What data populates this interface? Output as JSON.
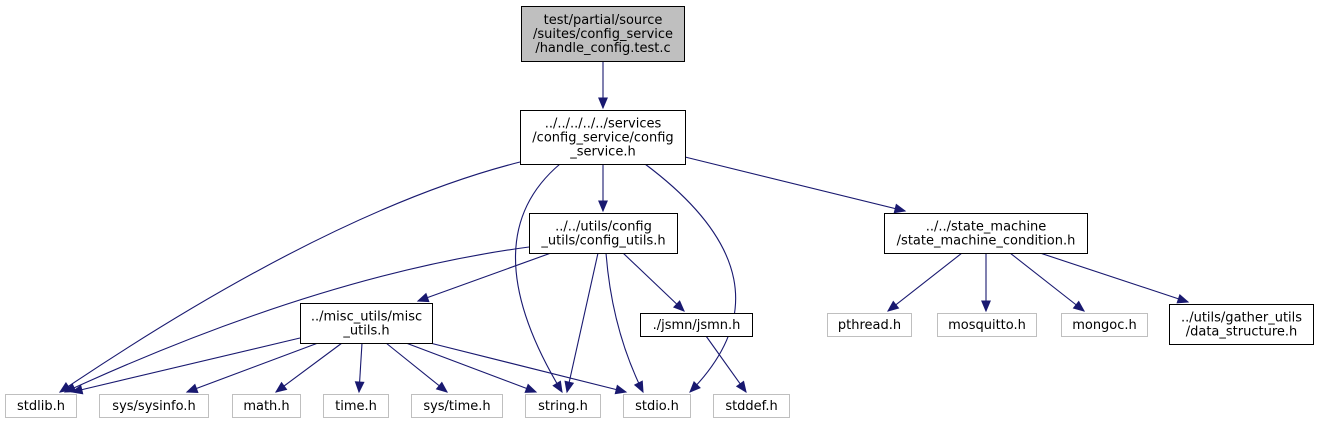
{
  "graph": {
    "nodes": [
      {
        "id": "root",
        "lines": [
          "test/partial/source",
          "/suites/config_service",
          "/handle_config.test.c"
        ],
        "style": "root"
      },
      {
        "id": "config_service_h",
        "lines": [
          "../../../../../services",
          "/config_service/config",
          "_service.h"
        ],
        "style": "black"
      },
      {
        "id": "config_utils_h",
        "lines": [
          "../../utils/config",
          "_utils/config_utils.h"
        ],
        "style": "black"
      },
      {
        "id": "state_machine_condition_h",
        "lines": [
          "../../state_machine",
          "/state_machine_condition.h"
        ],
        "style": "black"
      },
      {
        "id": "misc_utils_h",
        "lines": [
          "../misc_utils/misc",
          "_utils.h"
        ],
        "style": "black"
      },
      {
        "id": "jsmn_h",
        "lines": [
          "./jsmn/jsmn.h"
        ],
        "style": "black"
      },
      {
        "id": "pthread_h",
        "lines": [
          "pthread.h"
        ],
        "style": "gray"
      },
      {
        "id": "mosquitto_h",
        "lines": [
          "mosquitto.h"
        ],
        "style": "gray"
      },
      {
        "id": "mongoc_h",
        "lines": [
          "mongoc.h"
        ],
        "style": "gray"
      },
      {
        "id": "data_structure_h",
        "lines": [
          "../utils/gather_utils",
          "/data_structure.h"
        ],
        "style": "black"
      },
      {
        "id": "stdlib_h",
        "lines": [
          "stdlib.h"
        ],
        "style": "gray"
      },
      {
        "id": "sysinfo_h",
        "lines": [
          "sys/sysinfo.h"
        ],
        "style": "gray"
      },
      {
        "id": "math_h",
        "lines": [
          "math.h"
        ],
        "style": "gray"
      },
      {
        "id": "time_h",
        "lines": [
          "time.h"
        ],
        "style": "gray"
      },
      {
        "id": "sys_time_h",
        "lines": [
          "sys/time.h"
        ],
        "style": "gray"
      },
      {
        "id": "string_h",
        "lines": [
          "string.h"
        ],
        "style": "gray"
      },
      {
        "id": "stdio_h",
        "lines": [
          "stdio.h"
        ],
        "style": "gray"
      },
      {
        "id": "stddef_h",
        "lines": [
          "stddef.h"
        ],
        "style": "gray"
      }
    ],
    "edges": [
      [
        "root",
        "config_service_h"
      ],
      [
        "config_service_h",
        "stdlib_h"
      ],
      [
        "config_service_h",
        "string_h"
      ],
      [
        "config_service_h",
        "config_utils_h"
      ],
      [
        "config_service_h",
        "stdio_h"
      ],
      [
        "config_service_h",
        "state_machine_condition_h"
      ],
      [
        "config_utils_h",
        "stdlib_h"
      ],
      [
        "config_utils_h",
        "misc_utils_h"
      ],
      [
        "config_utils_h",
        "string_h"
      ],
      [
        "config_utils_h",
        "stdio_h"
      ],
      [
        "config_utils_h",
        "jsmn_h"
      ],
      [
        "state_machine_condition_h",
        "pthread_h"
      ],
      [
        "state_machine_condition_h",
        "mosquitto_h"
      ],
      [
        "state_machine_condition_h",
        "mongoc_h"
      ],
      [
        "state_machine_condition_h",
        "data_structure_h"
      ],
      [
        "misc_utils_h",
        "stdlib_h"
      ],
      [
        "misc_utils_h",
        "sysinfo_h"
      ],
      [
        "misc_utils_h",
        "math_h"
      ],
      [
        "misc_utils_h",
        "time_h"
      ],
      [
        "misc_utils_h",
        "sys_time_h"
      ],
      [
        "misc_utils_h",
        "string_h"
      ],
      [
        "misc_utils_h",
        "stdio_h"
      ],
      [
        "jsmn_h",
        "stddef_h"
      ]
    ]
  }
}
